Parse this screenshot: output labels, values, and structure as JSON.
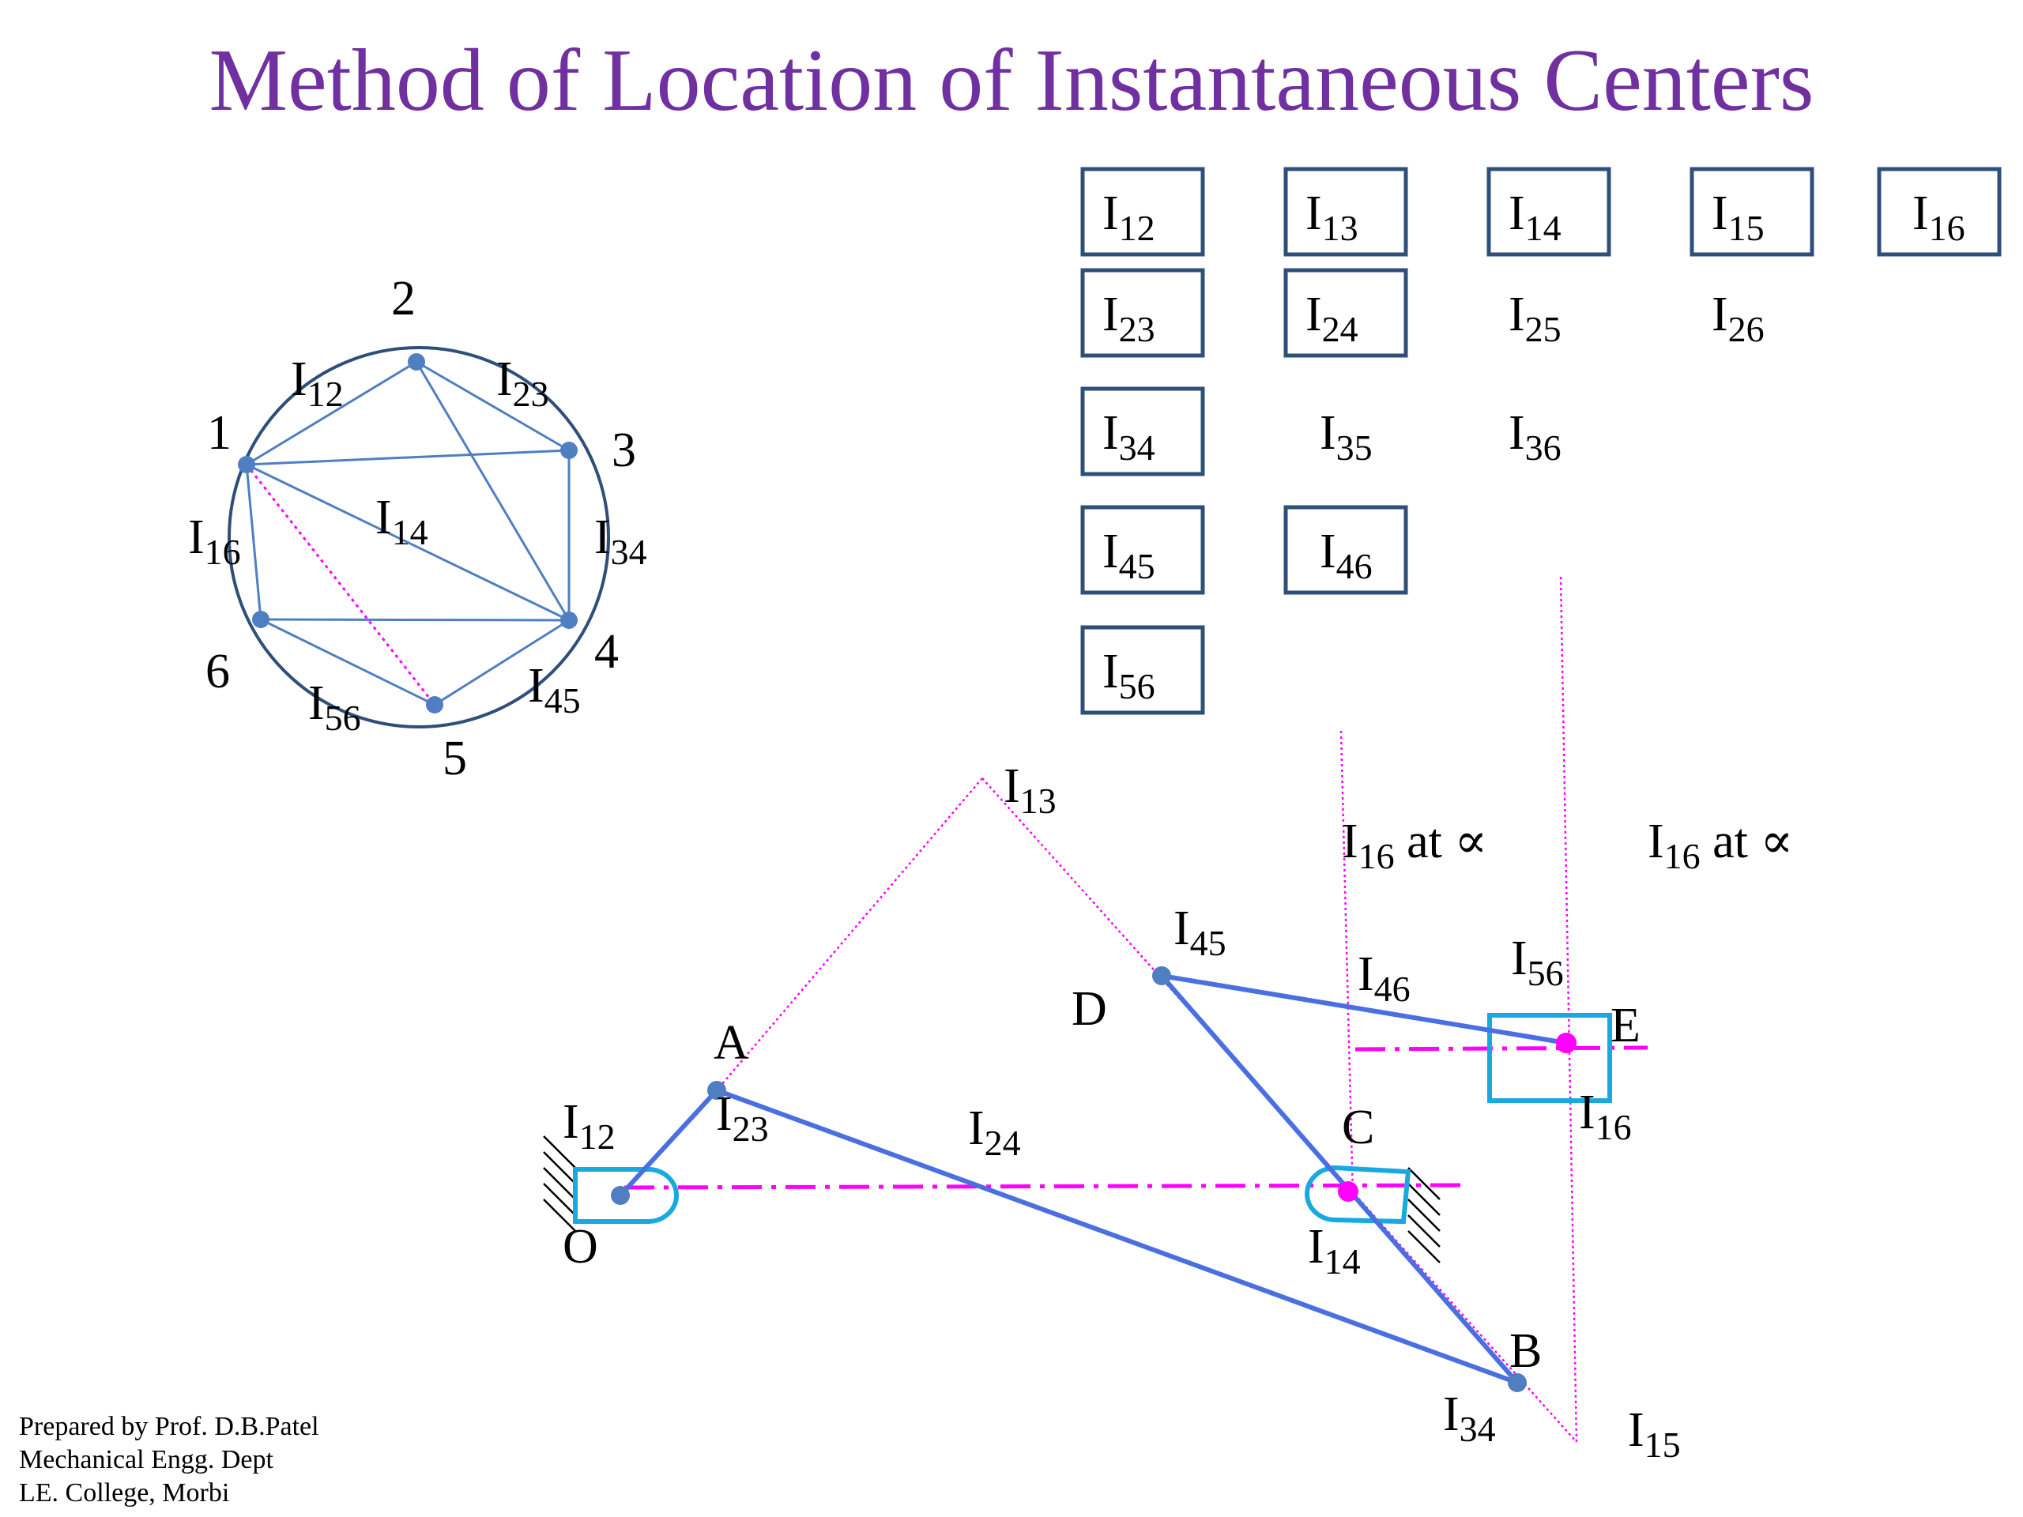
{
  "title": "Method of Location of Instantaneous Centers",
  "colors": {
    "title": "#7030A0",
    "circle": "#2E4F7A",
    "chord": "#4F7FC0",
    "node": "#4F7FC0",
    "box_border": "#2E4F7A",
    "link": "#4A6FE0",
    "construction": "#FF00FF",
    "slider": "#17A9E0"
  },
  "circle_diagram": {
    "nodes": [
      "1",
      "2",
      "3",
      "4",
      "5",
      "6"
    ],
    "labels": [
      {
        "main": "I",
        "sub": "12"
      },
      {
        "main": "I",
        "sub": "23"
      },
      {
        "main": "I",
        "sub": "14"
      },
      {
        "main": "I",
        "sub": "16"
      },
      {
        "main": "I",
        "sub": "34"
      },
      {
        "main": "I",
        "sub": "56"
      },
      {
        "main": "I",
        "sub": "45"
      }
    ]
  },
  "ic_grid": {
    "rows": [
      [
        {
          "main": "I",
          "sub": "12",
          "boxed": true
        },
        {
          "main": "I",
          "sub": "13",
          "boxed": true
        },
        {
          "main": "I",
          "sub": "14",
          "boxed": true
        },
        {
          "main": "I",
          "sub": "15",
          "boxed": true
        },
        {
          "main": "I",
          "sub": "16",
          "boxed": true
        }
      ],
      [
        {
          "main": "I",
          "sub": "23",
          "boxed": true
        },
        {
          "main": "I",
          "sub": "24",
          "boxed": true
        },
        {
          "main": "I",
          "sub": "25",
          "boxed": false
        },
        {
          "main": "I",
          "sub": "26",
          "boxed": false
        }
      ],
      [
        {
          "main": "I",
          "sub": "34",
          "boxed": true
        },
        {
          "main": "I",
          "sub": "35",
          "boxed": false
        },
        {
          "main": "I",
          "sub": "36",
          "boxed": false
        }
      ],
      [
        {
          "main": "I",
          "sub": "45",
          "boxed": true
        },
        {
          "main": "I",
          "sub": "46",
          "boxed": true
        }
      ],
      [
        {
          "main": "I",
          "sub": "56",
          "boxed": true
        }
      ]
    ]
  },
  "mechanism": {
    "points": [
      "O",
      "A",
      "B",
      "C",
      "D",
      "E"
    ],
    "ic_labels": [
      {
        "main": "I",
        "sub": "12"
      },
      {
        "main": "I",
        "sub": "23"
      },
      {
        "main": "I",
        "sub": "24"
      },
      {
        "main": "I",
        "sub": "13"
      },
      {
        "main": "I",
        "sub": "45"
      },
      {
        "main": "I",
        "sub": "46"
      },
      {
        "main": "I",
        "sub": "56"
      },
      {
        "main": "I",
        "sub": "16"
      },
      {
        "main": "I",
        "sub": "14"
      },
      {
        "main": "I",
        "sub": "34"
      },
      {
        "main": "I",
        "sub": "15"
      }
    ],
    "infinity_labels": [
      {
        "main": "I",
        "sub": "16",
        "suffix": " at ∝"
      },
      {
        "main": "I",
        "sub": "16",
        "suffix": " at ∝"
      }
    ]
  },
  "credits": [
    "Prepared by Prof. D.B.Patel",
    "Mechanical Engg. Dept",
    "LE. College, Morbi"
  ]
}
